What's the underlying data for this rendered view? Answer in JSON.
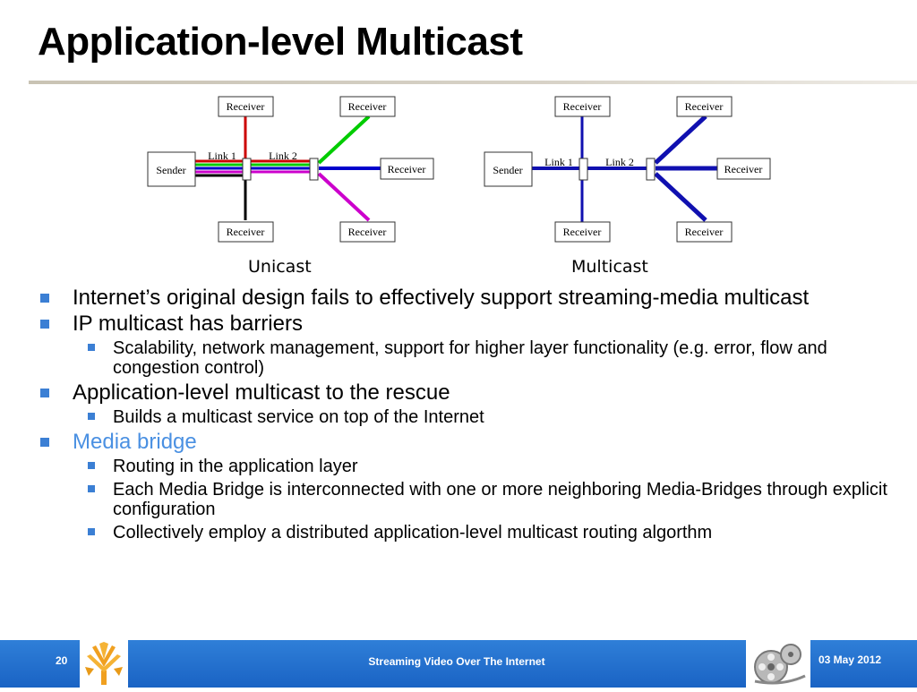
{
  "title": "Application-level Multicast",
  "diagram": {
    "unicast_caption": "Unicast",
    "multicast_caption": "Multicast",
    "sender": "Sender",
    "receiver": "Receiver",
    "link1": "Link 1",
    "link2": "Link 2"
  },
  "bullets": [
    {
      "level": 1,
      "text": "Internet’s original design fails to effectively support streaming-media multicast"
    },
    {
      "level": 1,
      "text": "IP multicast has barriers"
    },
    {
      "level": 2,
      "text": "Scalability, network management, support for higher layer functionality (e.g. error, flow and congestion control)"
    },
    {
      "level": 1,
      "text": "Application-level multicast to the rescue"
    },
    {
      "level": 2,
      "text": "Builds a multicast service on top of the Internet"
    },
    {
      "level": 1,
      "text": "Media bridge",
      "highlight": true
    },
    {
      "level": 2,
      "text": "Routing in the application layer"
    },
    {
      "level": 2,
      "text": "Each Media Bridge is interconnected with one or more neighboring Media-Bridges through explicit configuration"
    },
    {
      "level": 2,
      "text": "Collectively employ a distributed application-level multicast routing algorthm"
    }
  ],
  "footer": {
    "slide_number": "20",
    "center_text": "Streaming Video Over The Internet",
    "date": "03 May 2012"
  },
  "colors": {
    "accent": "#3b7fd4",
    "footer": "#1f6fd0",
    "highlight": "#4a90e2",
    "multicast_link": "#1010b0"
  }
}
